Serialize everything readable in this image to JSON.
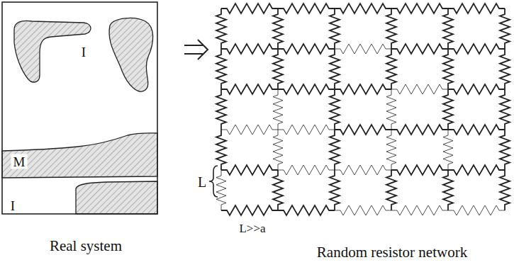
{
  "diagram": {
    "labels": [
      "I",
      "M",
      "I",
      "L",
      "L>>a",
      "Real system",
      "Random resistor network"
    ]
  }
}
